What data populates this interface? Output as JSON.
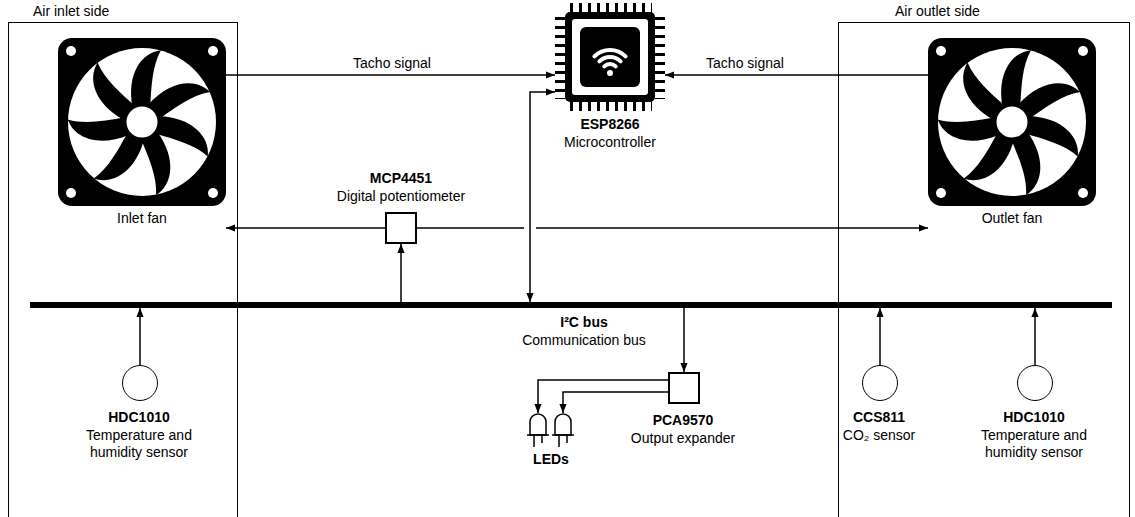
{
  "diagram": {
    "nodes": [
      {
        "text": [
          "Air inlet side"
        ]
      },
      {
        "text": [
          "Inlet fan"
        ],
        "in": 0
      },
      {
        "text": [
          "ESP8266",
          "Microcontroller"
        ]
      },
      {
        "text": [
          "Air outlet side"
        ]
      },
      {
        "text": [
          "Outlet fan"
        ],
        "in": 3
      },
      {
        "text": [
          "MCP4451",
          "Digital potentiometer"
        ]
      },
      {
        "text": [
          "I²C bus",
          "Communication bus"
        ]
      },
      {
        "text": [
          "HDC1010",
          "Temperature and humidity sensor"
        ],
        "in": 0
      },
      {
        "text": [
          "PCA9570",
          "Output expander"
        ]
      },
      {
        "text": [
          "LEDs"
        ]
      },
      {
        "text": [
          "CCS811",
          "CO₂ sensor"
        ],
        "in": 3
      },
      {
        "text": [
          "HDC1010",
          "Temperature and humidity sensor"
        ],
        "in": 3
      }
    ],
    "edges": [
      {
        "from": 1,
        "to": 2,
        "arrow": "to",
        "label": "Tacho signal"
      },
      {
        "from": 4,
        "to": 2,
        "arrow": "to",
        "label": "Tacho signal"
      },
      {
        "from": 2,
        "to": 6,
        "arrow": "both"
      },
      {
        "from": 5,
        "to": 1,
        "arrow": "to"
      },
      {
        "from": 5,
        "to": 4,
        "arrow": "to"
      },
      {
        "from": 6,
        "to": 5,
        "arrow": "to"
      },
      {
        "from": 6,
        "to": 8,
        "arrow": "to"
      },
      {
        "from": 8,
        "to": 9,
        "arrow": "to"
      },
      {
        "from": 8,
        "to": 9,
        "arrow": "to"
      },
      {
        "from": 7,
        "to": 6,
        "arrow": "to"
      },
      {
        "from": 10,
        "to": 6,
        "arrow": "to"
      },
      {
        "from": 11,
        "to": 6,
        "arrow": "to"
      }
    ]
  }
}
